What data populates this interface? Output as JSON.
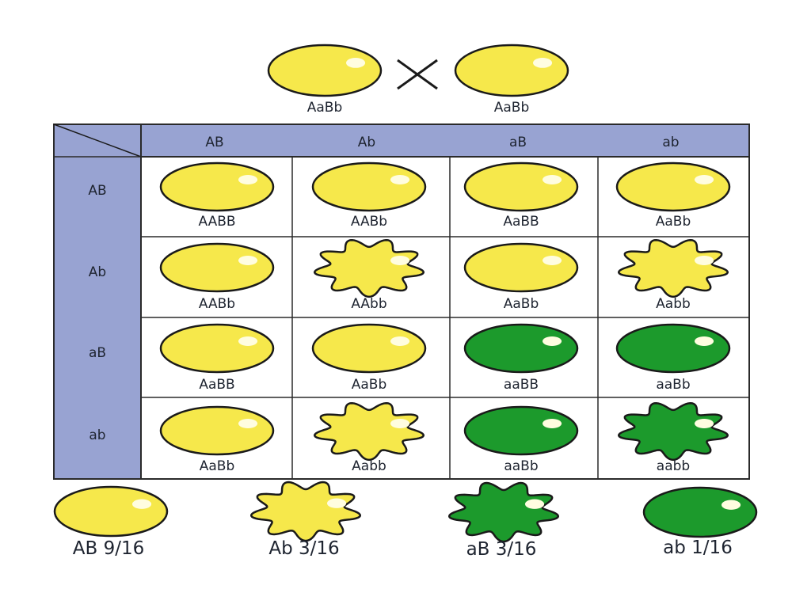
{
  "colors": {
    "yellow": "#F6E84B",
    "green": "#1C9A2C",
    "outline": "#1a1a1a",
    "header_fill": "#98A3D2",
    "grid_line": "#2a2a2a",
    "highlight": "#FFFDE0"
  },
  "cross": {
    "parents": [
      {
        "genotype": "AaBb",
        "shape": "round",
        "color": "yellow"
      },
      {
        "genotype": "AaBb",
        "shape": "round",
        "color": "yellow"
      }
    ],
    "symbol": "x-mark-icon"
  },
  "punnett": {
    "column_gametes": [
      "AB",
      "Ab",
      "aB",
      "ab"
    ],
    "row_gametes": [
      "AB",
      "Ab",
      "aB",
      "ab"
    ],
    "cells": [
      [
        {
          "genotype": "AABB",
          "shape": "round",
          "color": "yellow"
        },
        {
          "genotype": "AABb",
          "shape": "round",
          "color": "yellow"
        },
        {
          "genotype": "AaBB",
          "shape": "round",
          "color": "yellow"
        },
        {
          "genotype": "AaBb",
          "shape": "round",
          "color": "yellow"
        }
      ],
      [
        {
          "genotype": "AABb",
          "shape": "round",
          "color": "yellow"
        },
        {
          "genotype": "AAbb",
          "shape": "wrinkled",
          "color": "yellow"
        },
        {
          "genotype": "AaBb",
          "shape": "round",
          "color": "yellow"
        },
        {
          "genotype": "Aabb",
          "shape": "wrinkled",
          "color": "yellow"
        }
      ],
      [
        {
          "genotype": "AaBB",
          "shape": "round",
          "color": "yellow"
        },
        {
          "genotype": "AaBb",
          "shape": "round",
          "color": "yellow"
        },
        {
          "genotype": "aaBB",
          "shape": "round",
          "color": "green"
        },
        {
          "genotype": "aaBb",
          "shape": "round",
          "color": "green"
        }
      ],
      [
        {
          "genotype": "AaBb",
          "shape": "round",
          "color": "yellow"
        },
        {
          "genotype": "Aabb",
          "shape": "wrinkled",
          "color": "yellow"
        },
        {
          "genotype": "aaBb",
          "shape": "round",
          "color": "green"
        },
        {
          "genotype": "aabb",
          "shape": "wrinkled",
          "color": "green"
        }
      ]
    ]
  },
  "summary": [
    {
      "label": "AB 9/16",
      "shape": "round",
      "color": "yellow"
    },
    {
      "label": "Ab 3/16",
      "shape": "wrinkled",
      "color": "yellow"
    },
    {
      "label": "aB 3/16",
      "shape": "wrinkled",
      "color": "green"
    },
    {
      "label": "ab 1/16",
      "shape": "round",
      "color": "green"
    }
  ]
}
